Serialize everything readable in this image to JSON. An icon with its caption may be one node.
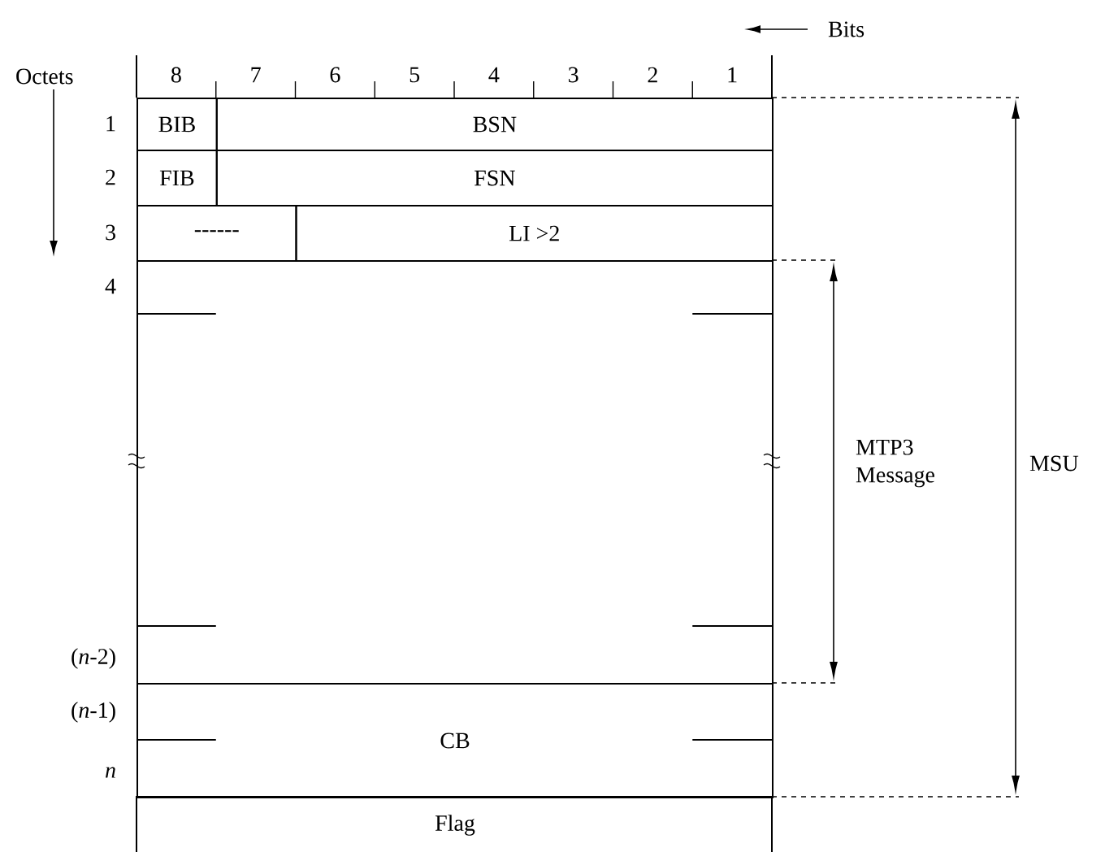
{
  "diagram": {
    "nodes": [
      {
        "text": [
          "BIB"
        ]
      },
      {
        "text": [
          "BSN"
        ]
      },
      {
        "text": [
          "FIB"
        ]
      },
      {
        "text": [
          "FSN"
        ]
      },
      {
        "text": [
          "------"
        ]
      },
      {
        "text": [
          "LI >2"
        ]
      },
      {
        "text": [],
        "shape": "box"
      },
      {
        "text": [
          "CB"
        ]
      },
      {
        "text": [
          "Flag"
        ]
      }
    ],
    "labels": [
      "Bits",
      "Octets",
      "8",
      "7",
      "6",
      "5",
      "4",
      "3",
      "2",
      "1",
      "1",
      "2",
      "3",
      "4",
      "(*n*-2)",
      "(*n*-1)",
      "n",
      "MTP3 Message",
      "MSU"
    ]
  }
}
